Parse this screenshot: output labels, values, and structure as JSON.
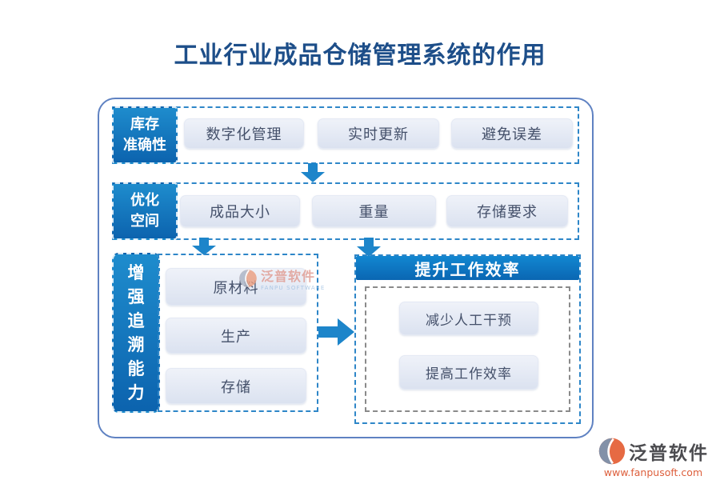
{
  "title": "工业行业成品仓储管理系统的作用",
  "diagram": {
    "rows": [
      {
        "label": "库存准确性",
        "label_line1": "库存",
        "label_line2": "准确性",
        "items": [
          "数字化管理",
          "实时更新",
          "避免误差"
        ]
      },
      {
        "label": "优化空间",
        "label_line1": "优化",
        "label_line2": "空间",
        "items": [
          "成品大小",
          "重量",
          "存储要求"
        ]
      },
      {
        "label": "增强追溯能力",
        "items": [
          "原材料",
          "生产",
          "存储"
        ]
      }
    ],
    "result_panel": {
      "header": "提升工作效率",
      "items": [
        "减少人工干预",
        "提高工作效率"
      ]
    }
  },
  "watermark": {
    "brand_cn": "泛普软件",
    "brand_en": "FANPU SOFTWARE"
  },
  "footer": {
    "brand": "泛普软件",
    "website": "www.fanpusoft.com"
  },
  "colors": {
    "title_text": "#1d4e89",
    "label_gradient_top": "#1e8ccd",
    "label_gradient_bottom": "#0c63ae",
    "dashed_blue": "#2e86c8",
    "dashed_gray": "#8a8a8a",
    "container_border": "#5f82c2",
    "chip_bg": "#e6ebf5",
    "chip_text": "#44506a",
    "arrow_blue": "#1d85ca",
    "footer_orange": "#dd5f3c",
    "footer_brand_gray": "#4c4c50"
  }
}
